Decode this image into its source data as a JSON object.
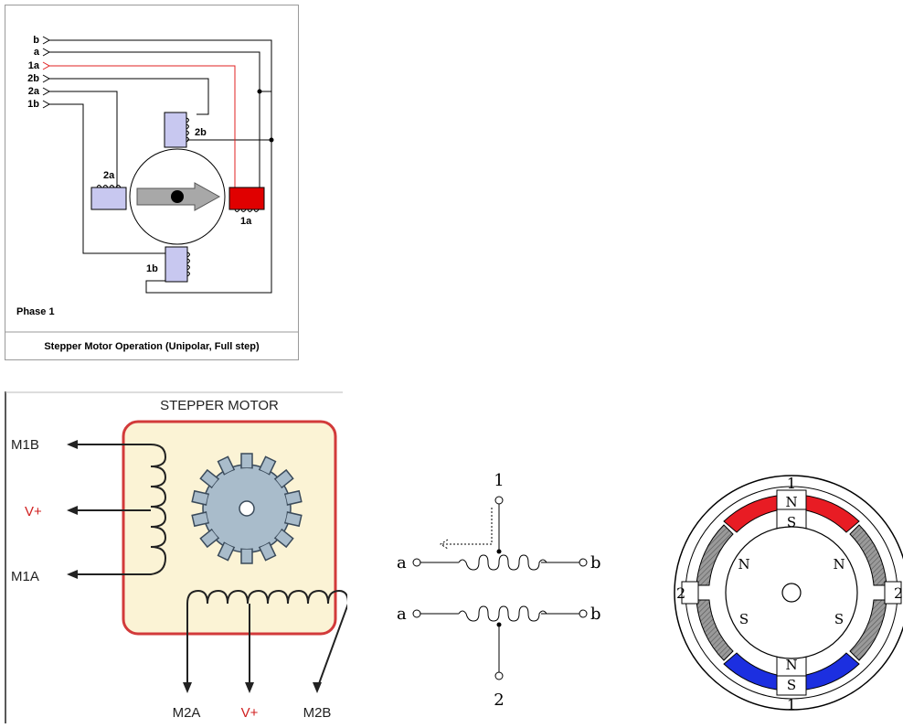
{
  "panel1": {
    "wire_labels": [
      "b",
      "a",
      "1a",
      "2b",
      "2a",
      "1b"
    ],
    "coil_labels": {
      "top": "2b",
      "left": "2a",
      "right": "1a",
      "bottom": "1b"
    },
    "phase_label": "Phase 1",
    "caption": "Stepper Motor Operation (Unipolar, Full step)",
    "colors": {
      "active_coil": "#e00000",
      "active_wire": "#e02020",
      "inactive_coil": "#c8c8f0",
      "rotor_arrow": "#a8a8a8"
    }
  },
  "panel2": {
    "title": "STEPPER MOTOR",
    "labels": {
      "m1b": "M1B",
      "vplus_left": "V+",
      "m1a": "M1A",
      "m2a": "M2A",
      "vplus_bottom": "V+",
      "m2b": "M2B"
    },
    "colors": {
      "body": "#fbf3d5",
      "border": "#d23a3a",
      "gear": "#a9bccb",
      "vplus": "#d01f1f"
    }
  },
  "panel3": {
    "labels": {
      "top_num": "1",
      "bottom_num": "2",
      "a_top": "a",
      "b_top": "b",
      "a_bottom": "a",
      "b_bottom": "b"
    }
  },
  "panel4": {
    "pole_labels": {
      "top_num": "1",
      "bottom_num": "1",
      "left_num": "2",
      "right_num": "2"
    },
    "rotor_poles": {
      "top_outer": "N",
      "top_inner": "S",
      "upper_left": "N",
      "upper_right": "N",
      "lower_left": "S",
      "lower_right": "S",
      "bottom_inner": "N",
      "bottom_outer": "S"
    },
    "colors": {
      "top_magnet": "#e81c24",
      "bottom_magnet": "#1c2fe0",
      "gray_pole": "#9a9a9a"
    }
  }
}
